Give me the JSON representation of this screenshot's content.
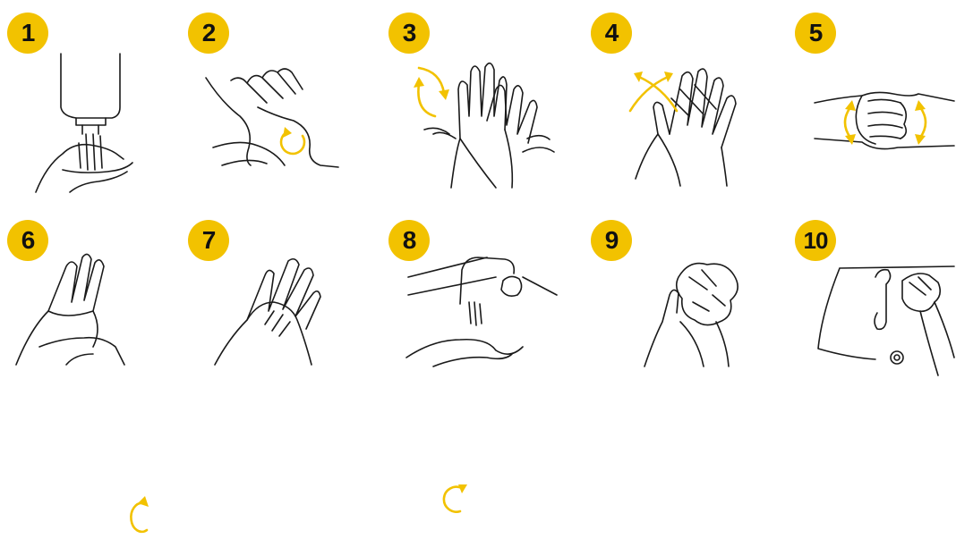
{
  "steps": [
    {
      "number": "1",
      "icon": "dispenser-hand-icon"
    },
    {
      "number": "2",
      "icon": "palm-to-palm-icon"
    },
    {
      "number": "3",
      "icon": "back-of-hands-icon"
    },
    {
      "number": "4",
      "icon": "interlaced-fingers-icon"
    },
    {
      "number": "5",
      "icon": "fist-knuckles-icon"
    },
    {
      "number": "6",
      "icon": "thumb-rub-icon"
    },
    {
      "number": "7",
      "icon": "fingertips-rub-icon"
    },
    {
      "number": "8",
      "icon": "rinse-under-tap-icon"
    },
    {
      "number": "9",
      "icon": "dry-with-towel-icon"
    },
    {
      "number": "10",
      "icon": "close-tap-with-towel-icon"
    }
  ],
  "colors": {
    "badge": "#f2c200",
    "arrow": "#f2c200",
    "line": "#1a1a1a"
  }
}
